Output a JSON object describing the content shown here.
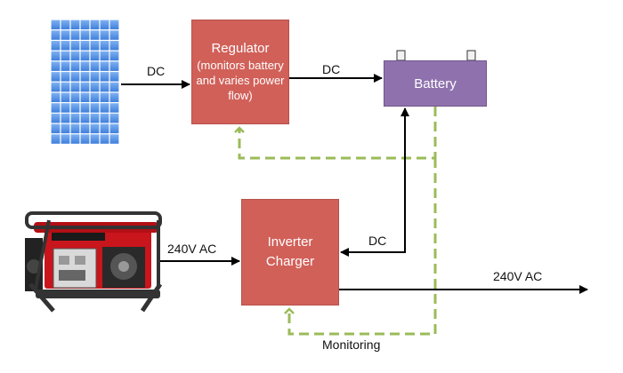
{
  "regulator": {
    "title": "Regulator",
    "description": "(monitors battery and varies power flow)"
  },
  "battery": {
    "label": "Battery"
  },
  "inverter": {
    "line1": "Inverter",
    "line2": "Charger"
  },
  "labels": {
    "solar_to_regulator": "DC",
    "regulator_to_battery": "DC",
    "battery_to_inverter": "DC",
    "generator_to_inverter": "240V AC",
    "inverter_output": "240V AC",
    "monitoring": "Monitoring"
  },
  "colors": {
    "component_box": "#d16059",
    "battery_box": "#8f72ad",
    "monitoring_line": "#9bbb59",
    "arrow": "#000000",
    "solar_panel": "#4f8ee6"
  },
  "icons": {
    "solar_panel": "solar-panel-icon",
    "generator": "generator-icon"
  }
}
